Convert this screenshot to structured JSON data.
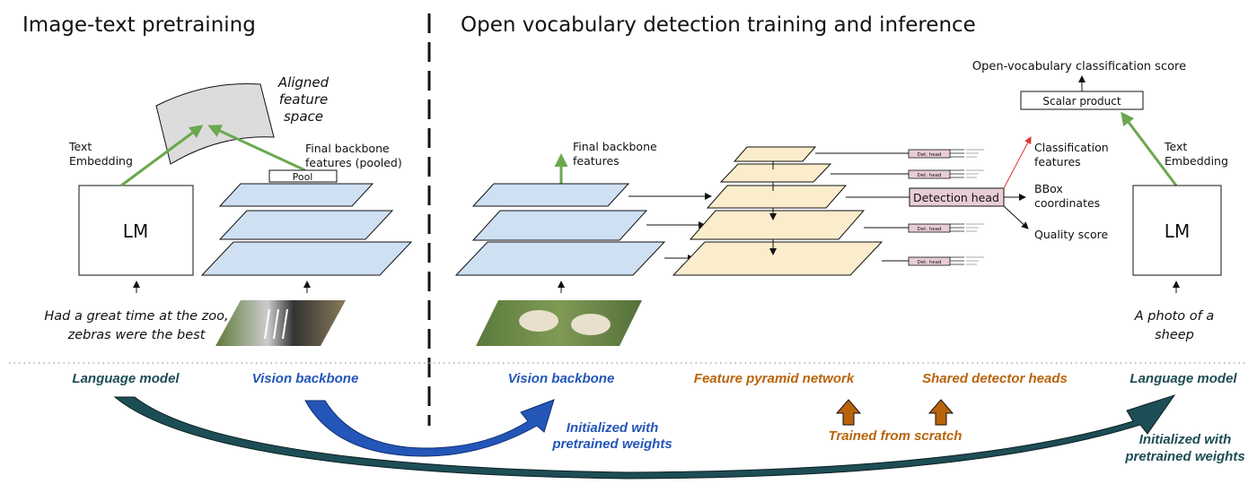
{
  "left": {
    "title": "Image-text pretraining",
    "text_embedding": [
      "Text",
      "Embedding"
    ],
    "lm_label": "LM",
    "aligned_space": [
      "Aligned",
      "feature",
      "space"
    ],
    "pooled_features": [
      "Final backbone",
      "features (pooled)"
    ],
    "pool_label": "Pool",
    "caption": [
      "Had a great time at the zoo,",
      "zebras were the best"
    ]
  },
  "right": {
    "title": "Open vocabulary detection training and inference",
    "backbone_features": [
      "Final backbone",
      "features"
    ],
    "det_head_small": "Det. head",
    "detection_head": "Detection head",
    "classification_features": [
      "Classification",
      "features"
    ],
    "bbox": [
      "BBox",
      "coordinates"
    ],
    "quality": "Quality score",
    "scalar_product": "Scalar product",
    "score": "Open-vocabulary classification score",
    "text_embedding": [
      "Text",
      "Embedding"
    ],
    "lm_label": "LM",
    "caption": [
      "A photo of a",
      "sheep"
    ]
  },
  "bottom": {
    "labels": [
      "Language model",
      "Vision backbone",
      "Vision backbone",
      "Feature pyramid network",
      "Shared detector heads",
      "Language model"
    ],
    "init_blue": [
      "Initialized with",
      "pretrained weights"
    ],
    "trained": "Trained from scratch",
    "init_teal": [
      "Initialized with",
      "pretrained weights"
    ]
  },
  "colors": {
    "teal": "#1d4d55",
    "blue": "#2456b8",
    "orange": "#b8640c",
    "green": "#6aa84f",
    "backbone_fill": "#cfe0f3",
    "fpn_fill": "#fbeccb",
    "head_fill": "#e8cdd6",
    "red": "#e03030"
  }
}
